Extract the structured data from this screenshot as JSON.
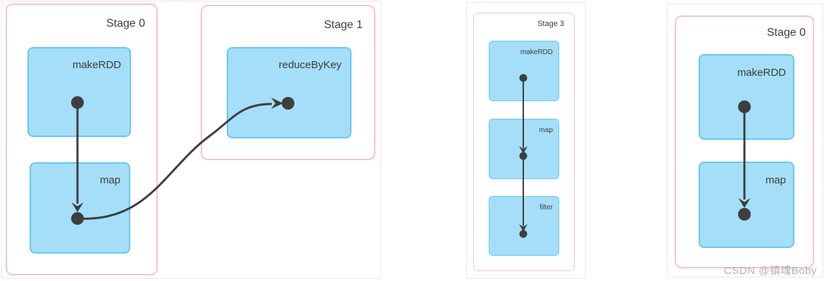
{
  "watermark": {
    "text": "CSDN @镇魂Boby"
  },
  "colors": {
    "node_fill": "#a5def8",
    "node_border": "#67c7f0",
    "stage_border": "#f8c3ce",
    "card_border": "#e9e9e9",
    "edge": "#3e3e3e",
    "label_text": "#3c3c3c",
    "watermark_text": "#b5afb2"
  },
  "panels": [
    {
      "name": "left-dag",
      "stages": [
        {
          "label": "Stage 0",
          "nodes": [
            {
              "label": "makeRDD"
            },
            {
              "label": "map"
            }
          ]
        },
        {
          "label": "Stage 1",
          "nodes": [
            {
              "label": "reduceByKey"
            }
          ]
        }
      ],
      "edges": [
        {
          "from": "makeRDD",
          "to": "map"
        },
        {
          "from": "map",
          "to": "reduceByKey"
        }
      ]
    },
    {
      "name": "middle-dag",
      "stages": [
        {
          "label": "Stage 3",
          "nodes": [
            {
              "label": "makeRDD"
            },
            {
              "label": "map"
            },
            {
              "label": "filter"
            }
          ]
        }
      ],
      "edges": [
        {
          "from": "makeRDD",
          "to": "map"
        },
        {
          "from": "map",
          "to": "filter"
        }
      ]
    },
    {
      "name": "right-dag",
      "stages": [
        {
          "label": "Stage 0",
          "nodes": [
            {
              "label": "makeRDD"
            },
            {
              "label": "map"
            }
          ]
        }
      ],
      "edges": [
        {
          "from": "makeRDD",
          "to": "map"
        }
      ]
    }
  ]
}
